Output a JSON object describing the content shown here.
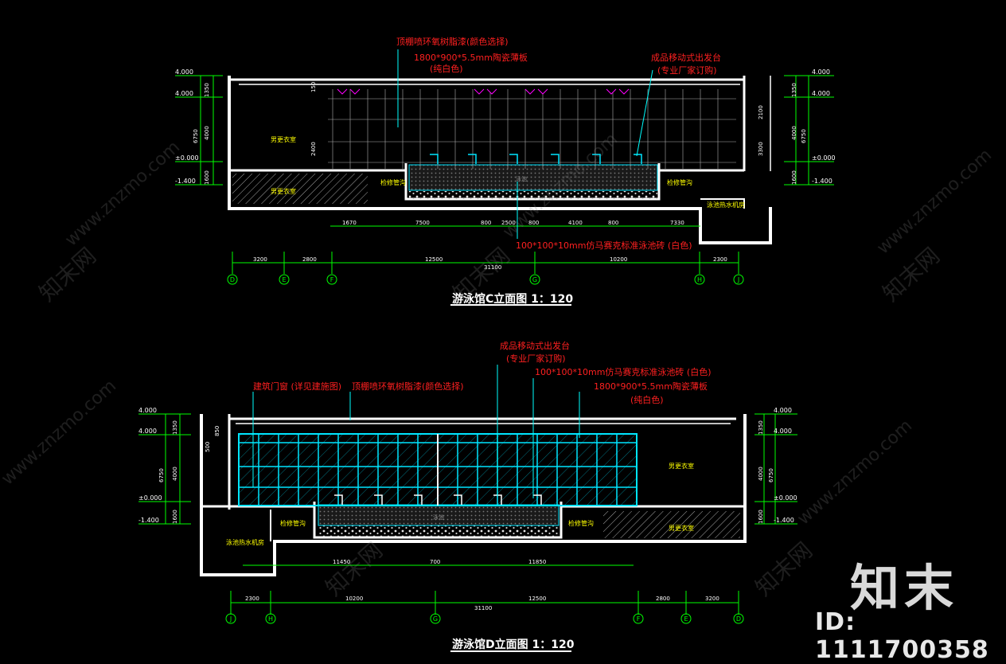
{
  "elevation_c": {
    "title": "游泳馆C立面图 1：120",
    "callouts": {
      "ceiling": "顶棚喷环氧树脂漆(颜色选择)",
      "panel": "1800*900*5.5mm陶瓷薄板",
      "panel_color": "(纯白色)",
      "starting_block": "成品移动式出发台",
      "starting_block_note": "(专业厂家订购)",
      "tile": "100*100*10mm仿马赛克标准泳池砖 (白色)"
    },
    "room_labels": {
      "changing_room": "男更衣室",
      "equipment_room": "男更衣室",
      "pipe_trench_left": "检修管沟",
      "pipe_trench_right": "检修管沟",
      "pump_room": "泳池热水机房",
      "pool": "泳池"
    },
    "elevations": [
      "4.000",
      "4.000",
      "±0.000",
      "-1.400"
    ],
    "heights": [
      "1350",
      "6750",
      "4000",
      "1600",
      "150",
      "2400",
      "2100",
      "3300"
    ],
    "section_dims": [
      "1670",
      "7500",
      "800",
      "2500",
      "800",
      "4100",
      "800",
      "7330"
    ],
    "axis_dims": [
      "3200",
      "2800",
      "12500",
      "10200",
      "2300"
    ],
    "total": "31100",
    "axes": [
      "D",
      "E",
      "F",
      "G",
      "H",
      "J"
    ]
  },
  "elevation_d": {
    "title": "游泳馆D立面图 1：120",
    "callouts": {
      "starting_block": "成品移动式出发台",
      "starting_block_note": "(专业厂家订购)",
      "tile": "100*100*10mm仿马赛克标准泳池砖 (白色)",
      "door_window": "建筑门窗 (详见建施图)",
      "ceiling": "顶棚喷环氧树脂漆(颜色选择)",
      "panel": "1800*900*5.5mm陶瓷薄板",
      "panel_color": "(纯白色)"
    },
    "room_labels": {
      "pump_room": "泳池热水机房",
      "pipe_trench_left": "检修管沟",
      "pipe_trench_right": "检修管沟",
      "changing_room": "男更衣室",
      "equipment_room": "男更衣室",
      "pool": "泳池"
    },
    "elevations": [
      "4.000",
      "4.000",
      "±0.000",
      "-1.400"
    ],
    "heights": [
      "1350",
      "6750",
      "4000",
      "1600",
      "500",
      "850"
    ],
    "section_dims": [
      "11450",
      "700",
      "11850"
    ],
    "axis_dims": [
      "2300",
      "10200",
      "12500",
      "2800",
      "3200"
    ],
    "total": "31100",
    "axes": [
      "J",
      "H",
      "G",
      "F",
      "E",
      "D"
    ]
  },
  "watermark": {
    "site": "www.znzmo.com",
    "brand": "知末网",
    "logo": "知末",
    "id": "ID: 1111700358"
  },
  "colors": {
    "background": "#000000",
    "wall": "#ffffff",
    "dimension": "#00ff00",
    "callout": "#ff2020",
    "glazing": "#00e5ff",
    "label": "#ffff00",
    "leader": "#00ffff"
  }
}
